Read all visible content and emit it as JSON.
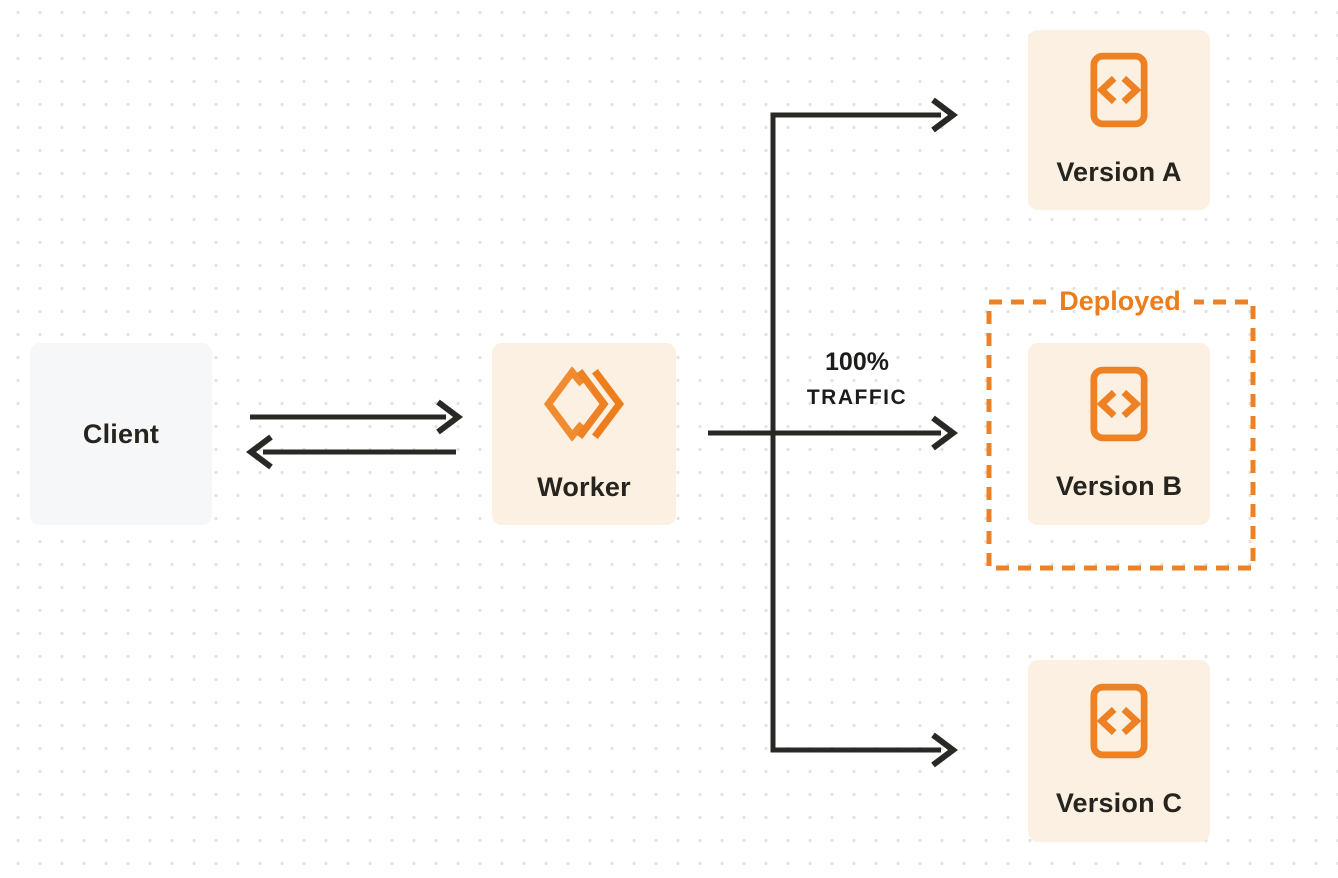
{
  "colors": {
    "accent_orange": "#ee8124",
    "deployed_text_orange": "#ed7d1b",
    "version_node_bg": "#fbf0e2",
    "client_node_bg": "#f6f7f8",
    "arrow_dark": "#2a2825",
    "label_dark": "#26241f",
    "dot_grid": "#e2e2e2",
    "page_bg": "#ffffff"
  },
  "nodes": {
    "client": {
      "label": "Client"
    },
    "worker": {
      "label": "Worker",
      "icon": "cloudflare-workers-logo-icon"
    },
    "version_a": {
      "label": "Version A",
      "icon": "code-file-icon"
    },
    "version_b": {
      "label": "Version B",
      "icon": "code-file-icon",
      "status": "Deployed"
    },
    "version_c": {
      "label": "Version C",
      "icon": "code-file-icon"
    }
  },
  "annotations": {
    "deployed_label": "Deployed",
    "traffic_percent": "100%",
    "traffic_word": "TRAFFIC"
  },
  "connections": [
    {
      "from": "client",
      "to": "worker",
      "type": "arrow-right"
    },
    {
      "from": "worker",
      "to": "client",
      "type": "arrow-left"
    },
    {
      "from": "worker",
      "to": "version_a",
      "type": "branch-arrow"
    },
    {
      "from": "worker",
      "to": "version_b",
      "type": "arrow",
      "label": "100% TRAFFIC"
    },
    {
      "from": "worker",
      "to": "version_c",
      "type": "branch-arrow"
    }
  ]
}
